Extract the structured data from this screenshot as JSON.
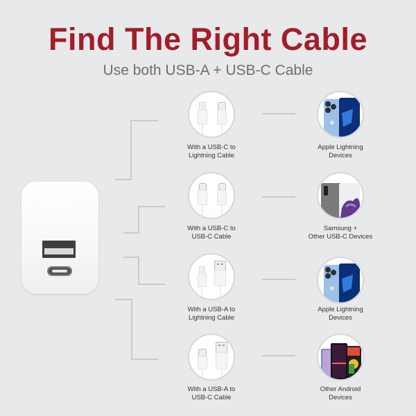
{
  "header": {
    "title": "Find The Right Cable",
    "subtitle": "Use both USB-A + USB-C Cable"
  },
  "colors": {
    "title": "#a31d2a",
    "subtitle": "#6e6e70",
    "background": "#e8e9eb",
    "connector": "#c9cacc"
  },
  "charger": {
    "ports": [
      "USB-A",
      "USB-C"
    ]
  },
  "rows": [
    {
      "cable_line1": "With a USB-C to",
      "cable_line2": "Lightning Cable",
      "cable_icon": "usb-c-to-lightning-cable",
      "device_line1": "Apple Lightning",
      "device_line2": "Devices",
      "device_icon": "iphone"
    },
    {
      "cable_line1": "With a USB-C to",
      "cable_line2": "USB-C Cable",
      "cable_icon": "usb-c-to-usb-c-cable",
      "device_line1": "Samsung +",
      "device_line2": "Other USB-C Devices",
      "device_icon": "samsung-phone"
    },
    {
      "cable_line1": "With a USB-A to",
      "cable_line2": "Lightning Cable",
      "cable_icon": "usb-a-to-lightning-cable",
      "device_line1": "Apple Lightning",
      "device_line2": "Devices",
      "device_icon": "iphone"
    },
    {
      "cable_line1": "With a USB-A to",
      "cable_line2": "USB-C Cable",
      "cable_icon": "usb-a-to-usb-c-cable",
      "device_line1": "Other Android",
      "device_line2": "Devices",
      "device_icon": "android-phones"
    }
  ]
}
